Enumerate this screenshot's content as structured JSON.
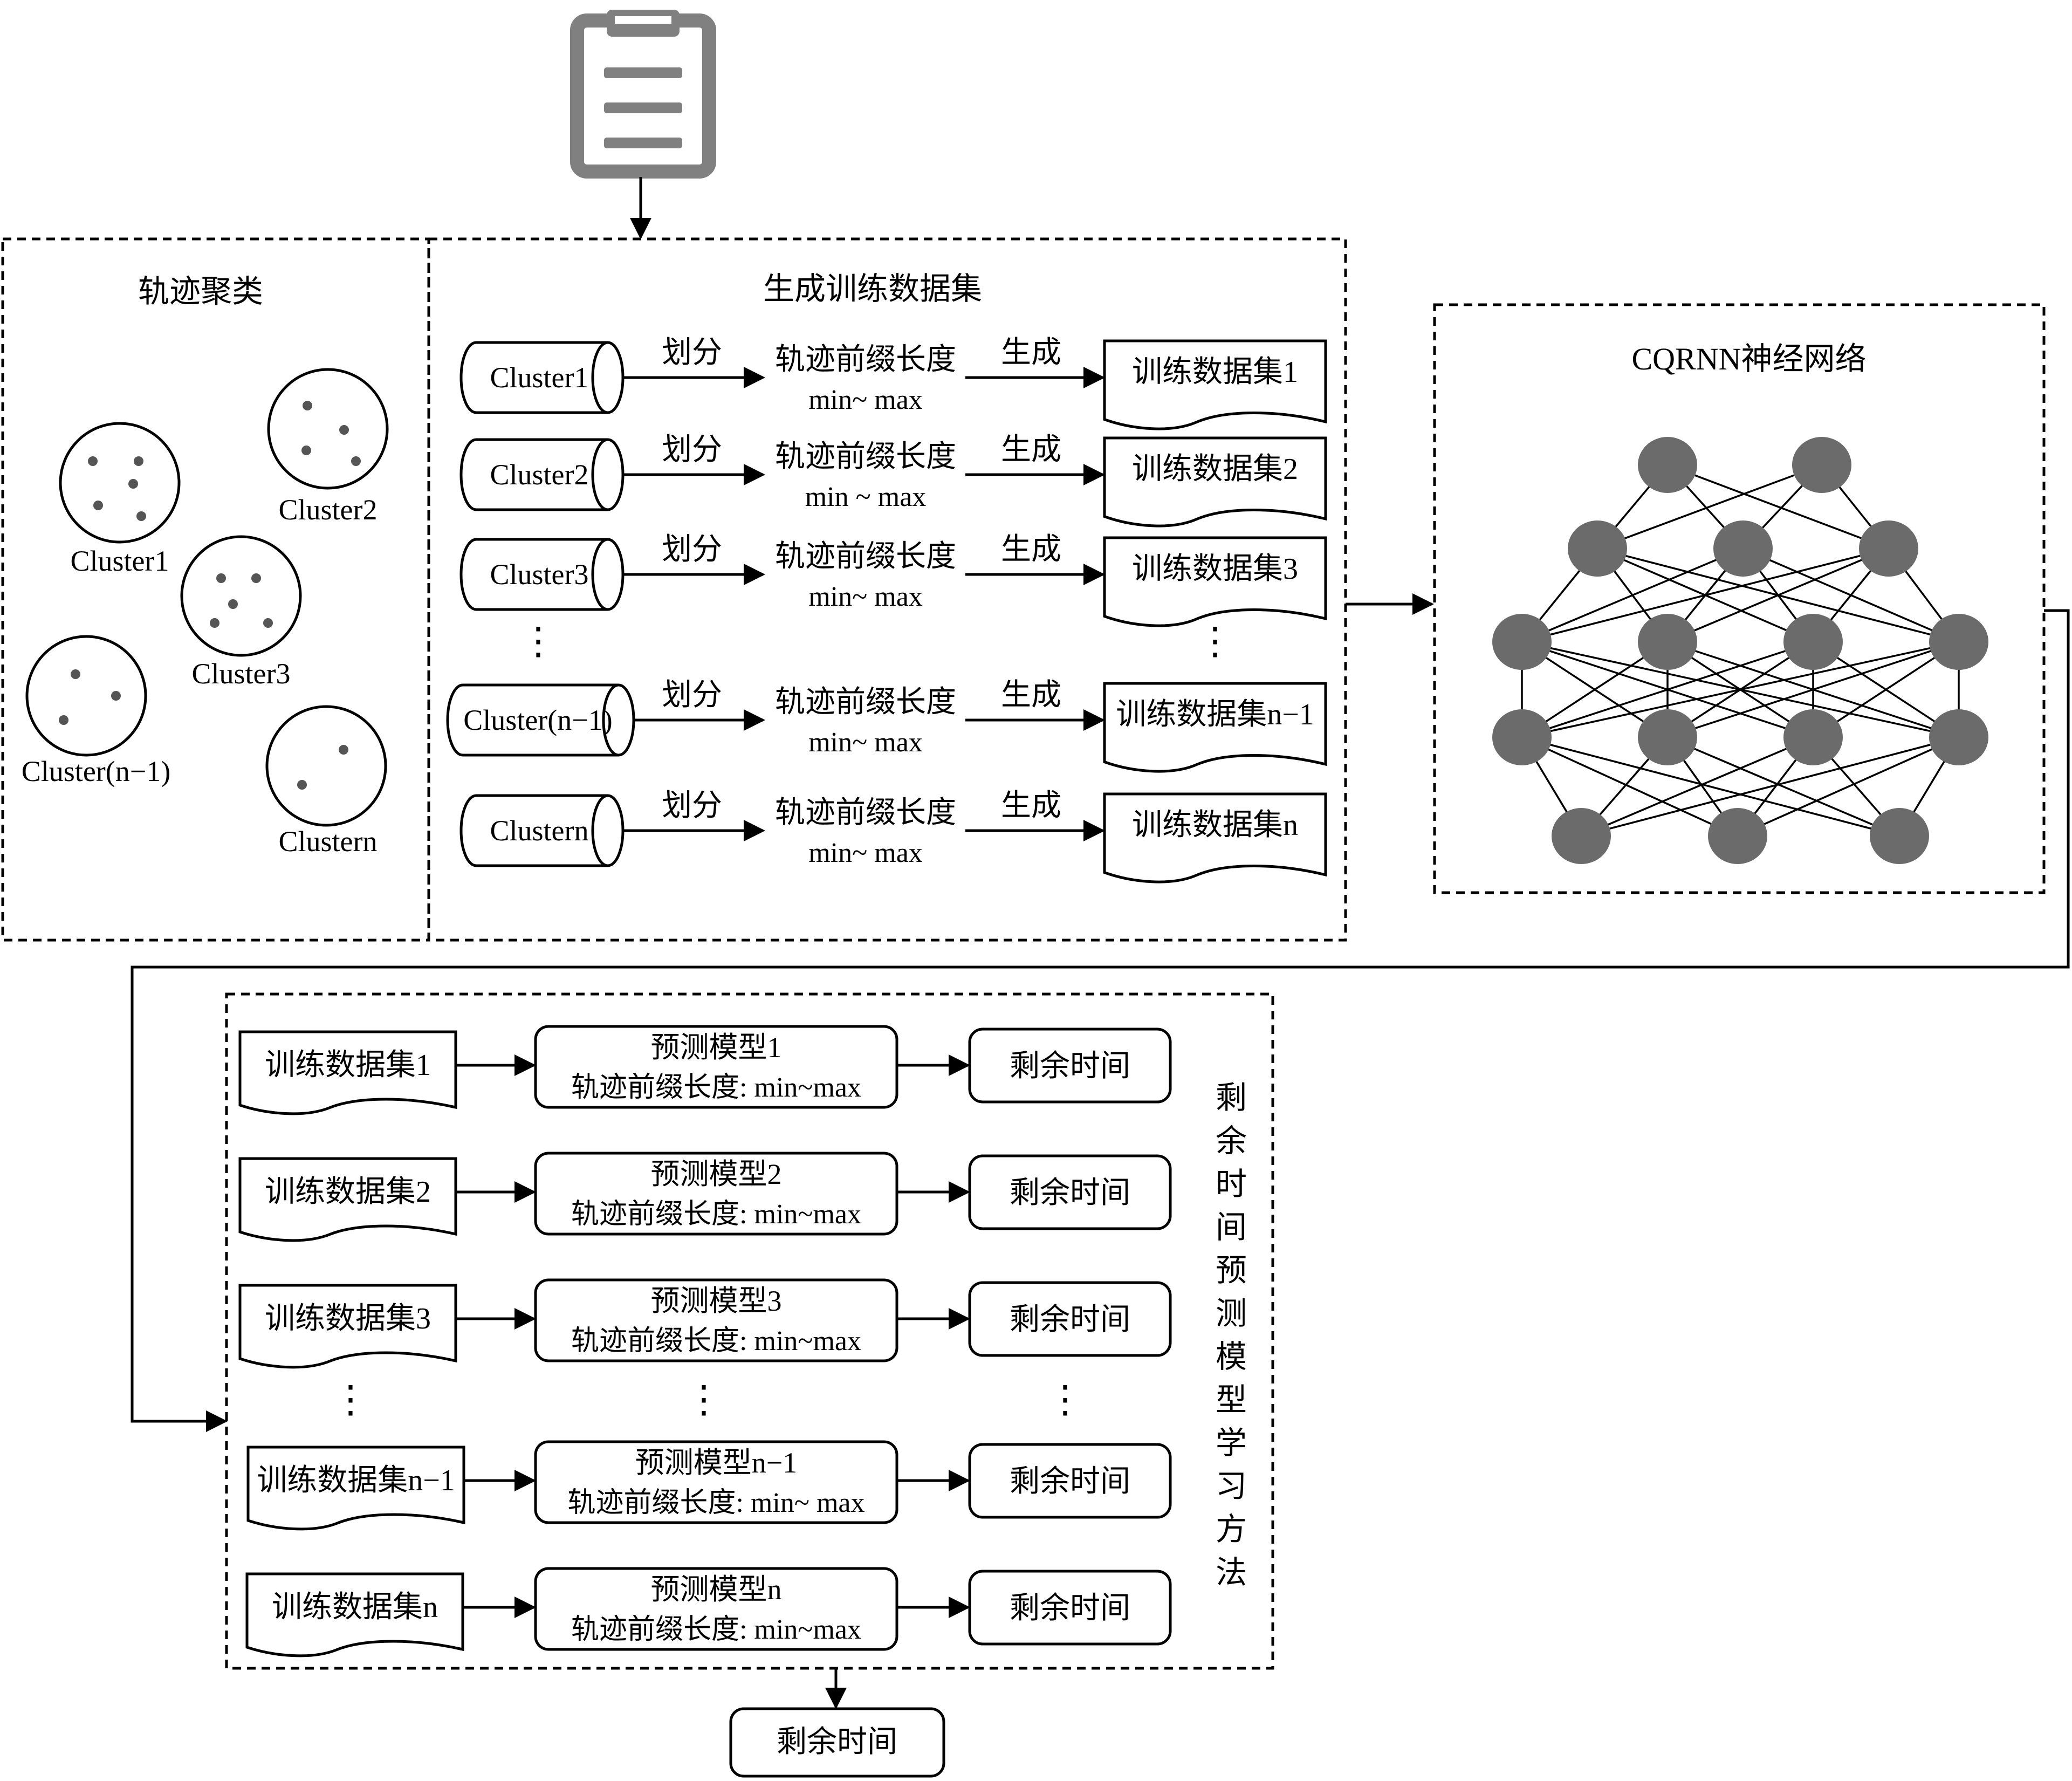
{
  "sections": {
    "clustering_title": "轨迹聚类",
    "dataset_title": "生成训练数据集",
    "network_title": "CQRNN神经网络",
    "learning_title": "剩余时间预测模型学习方法"
  },
  "clusters": [
    {
      "label": "Cluster1"
    },
    {
      "label": "Cluster2"
    },
    {
      "label": "Cluster3"
    },
    {
      "label": "Cluster(n−1)"
    },
    {
      "label": "Clustern"
    }
  ],
  "generation_rows": [
    {
      "cluster": "Cluster1",
      "split_label": "划分",
      "prefix_label": "轨迹前缀长度",
      "range": "min~ max",
      "gen_label": "生成",
      "dataset": "训练数据集1"
    },
    {
      "cluster": "Cluster2",
      "split_label": "划分",
      "prefix_label": "轨迹前缀长度",
      "range": "min ~ max",
      "gen_label": "生成",
      "dataset": "训练数据集2"
    },
    {
      "cluster": "Cluster3",
      "split_label": "划分",
      "prefix_label": "轨迹前缀长度",
      "range": "min~ max",
      "gen_label": "生成",
      "dataset": "训练数据集3"
    },
    {
      "cluster": "Cluster(n−1)",
      "split_label": "划分",
      "prefix_label": "轨迹前缀长度",
      "range": "min~ max",
      "gen_label": "生成",
      "dataset": "训练数据集n−1"
    },
    {
      "cluster": "Clustern",
      "split_label": "划分",
      "prefix_label": "轨迹前缀长度",
      "range": "min~ max",
      "gen_label": "生成",
      "dataset": "训练数据集n"
    }
  ],
  "model_rows": [
    {
      "dataset": "训练数据集1",
      "model": "预测模型1",
      "prefix": "轨迹前缀长度: min~max",
      "output": "剩余时间"
    },
    {
      "dataset": "训练数据集2",
      "model": "预测模型2",
      "prefix": "轨迹前缀长度: min~max",
      "output": "剩余时间"
    },
    {
      "dataset": "训练数据集3",
      "model": "预测模型3",
      "prefix": "轨迹前缀长度: min~max",
      "output": "剩余时间"
    },
    {
      "dataset": "训练数据集n−1",
      "model": "预测模型n−1",
      "prefix": "轨迹前缀长度: min~ max",
      "output": "剩余时间"
    },
    {
      "dataset": "训练数据集n",
      "model": "预测模型n",
      "prefix": "轨迹前缀长度: min~max",
      "output": "剩余时间"
    }
  ],
  "ellipsis": "⋮",
  "final_output": "剩余时间",
  "network_layers": [
    2,
    3,
    4,
    4,
    3
  ],
  "colors": {
    "node_fill": "#6b6b6b",
    "icon_gray": "#808080",
    "line": "#000000"
  },
  "icons": {
    "input": "clipboard-icon"
  }
}
